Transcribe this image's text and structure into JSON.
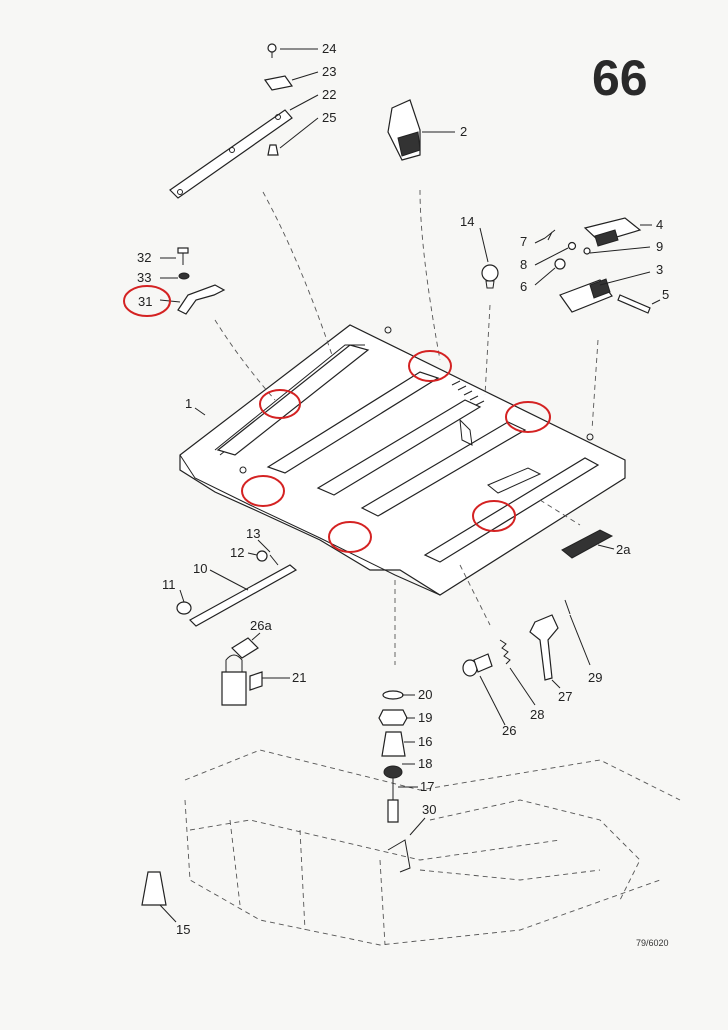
{
  "page_number": "66",
  "drawing_ref": "79/6020",
  "callouts": [
    "24",
    "23",
    "22",
    "25",
    "2",
    "14",
    "4",
    "7",
    "8",
    "9",
    "6",
    "3",
    "5",
    "32",
    "33",
    "31",
    "1",
    "2a",
    "13",
    "12",
    "10",
    "11",
    "26a",
    "21",
    "20",
    "19",
    "16",
    "18",
    "17",
    "30",
    "15",
    "29",
    "27",
    "28",
    "26"
  ],
  "highlight_color": "#d42222"
}
